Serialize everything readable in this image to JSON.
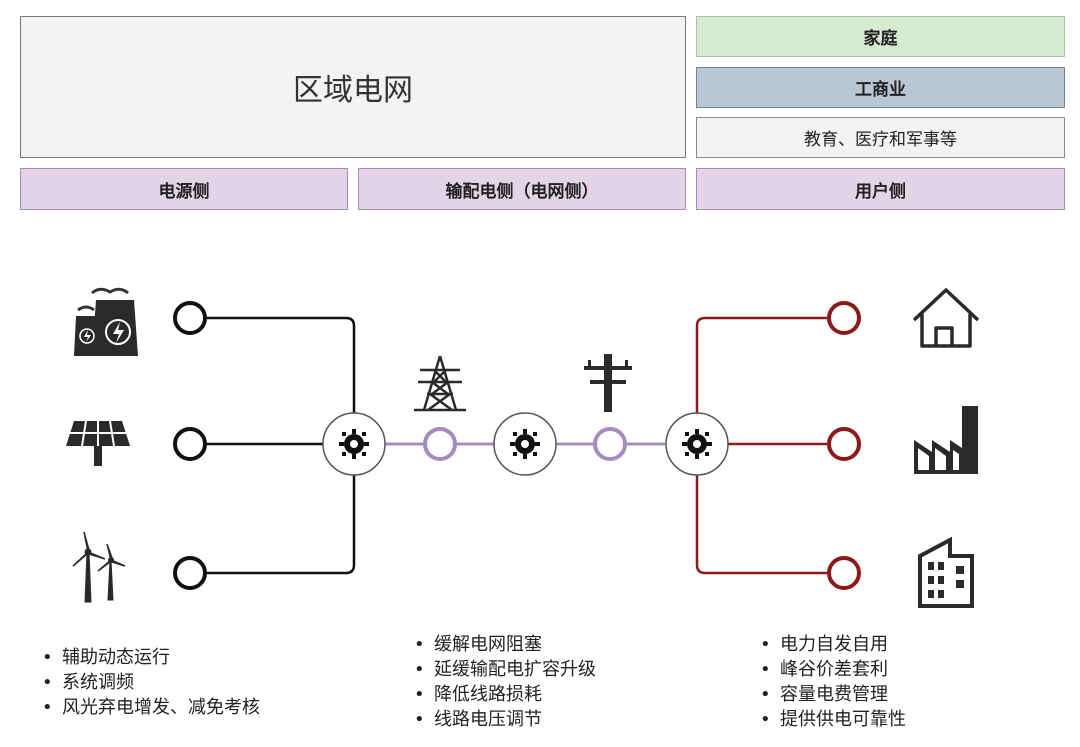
{
  "header": {
    "region_grid": "区域电网",
    "users": {
      "home": "家庭",
      "business": "工商业",
      "other": "教育、医疗和军事等"
    },
    "sides": {
      "generation": "电源侧",
      "grid": "输配电侧（电网侧）",
      "user": "用户侧"
    }
  },
  "icons": {
    "generation": [
      "power-plant-icon",
      "solar-panel-icon",
      "wind-turbine-icon"
    ],
    "grid": [
      "transmission-tower-icon",
      "utility-pole-icon"
    ],
    "storage": "battery-storage-icon",
    "user": [
      "house-icon",
      "factory-icon",
      "office-building-icon"
    ]
  },
  "colors": {
    "generation_line": "#111111",
    "grid_line": "#a68bbf",
    "user_line": "#8b1a1a"
  },
  "bullets": {
    "generation": [
      "辅助动态运行",
      "系统调频",
      "风光弃电增发、减免考核"
    ],
    "grid": [
      "缓解电网阻塞",
      "延缓输配电扩容升级",
      "降低线路损耗",
      "线路电压调节"
    ],
    "user": [
      "电力自发自用",
      "峰谷价差套利",
      "容量电费管理",
      "提供供电可靠性"
    ]
  }
}
